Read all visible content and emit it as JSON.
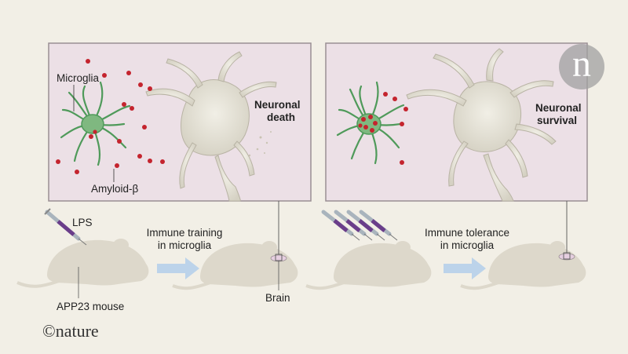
{
  "left_panel": {
    "microglia_label": "Microglia",
    "amyloid_label": "Amyloid-β",
    "outcome_line1": "Neuronal",
    "outcome_line2": "death"
  },
  "right_panel": {
    "outcome_line1": "Neuronal",
    "outcome_line2": "survival"
  },
  "bottom": {
    "lps_label": "LPS",
    "training_line1": "Immune training",
    "training_line2": "in microglia",
    "tolerance_line1": "Immune tolerance",
    "tolerance_line2": "in microglia",
    "mouse_label": "APP23 mouse",
    "brain_label": "Brain"
  },
  "branding": {
    "copyright": "©nature",
    "logo_letter": "n"
  },
  "colors": {
    "panel_fill": "#ece0e6",
    "panel_stroke": "#9a8f93",
    "microglia": "#4f9a5a",
    "amyloid": "#c4242e",
    "neuron": "#e2dfd2",
    "mouse": "#ddd8cb",
    "arrow": "#bcd3ea",
    "syringe_plunger": "#6a3d8a"
  }
}
